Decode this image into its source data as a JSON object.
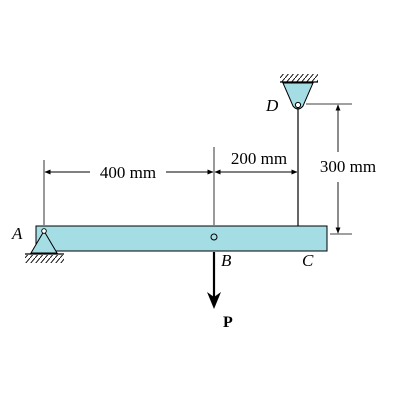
{
  "labels": {
    "point_a": "A",
    "point_b": "B",
    "point_c": "C",
    "point_d": "D",
    "load": "P"
  },
  "dimensions": {
    "ab": "400 mm",
    "bc": "200 mm",
    "dc": "300 mm"
  },
  "colors": {
    "member_fill": "#a5dde5",
    "line": "#000000"
  }
}
